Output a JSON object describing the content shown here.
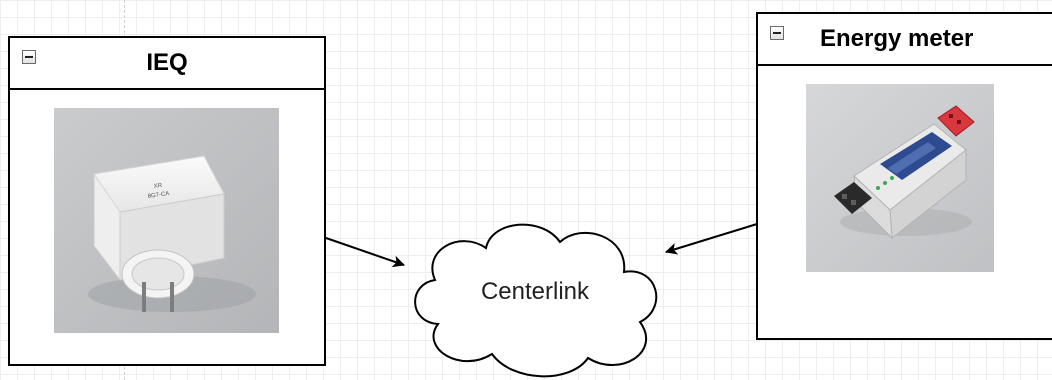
{
  "nodes": {
    "ieq": {
      "title": "IEQ",
      "photo_text": [
        "XR",
        "8G7-CA"
      ]
    },
    "energy_meter": {
      "title": "Energy meter"
    },
    "centerlink": {
      "label": "Centerlink"
    }
  },
  "edges": [
    {
      "from": "IEQ",
      "to": "Centerlink"
    },
    {
      "from": "Energy meter",
      "to": "Centerlink"
    }
  ],
  "colors": {
    "stroke": "#000000",
    "grid": "#eeeeee",
    "canvas": "#ffffff"
  },
  "icons": {
    "collapse": "collapse-minus-icon"
  }
}
